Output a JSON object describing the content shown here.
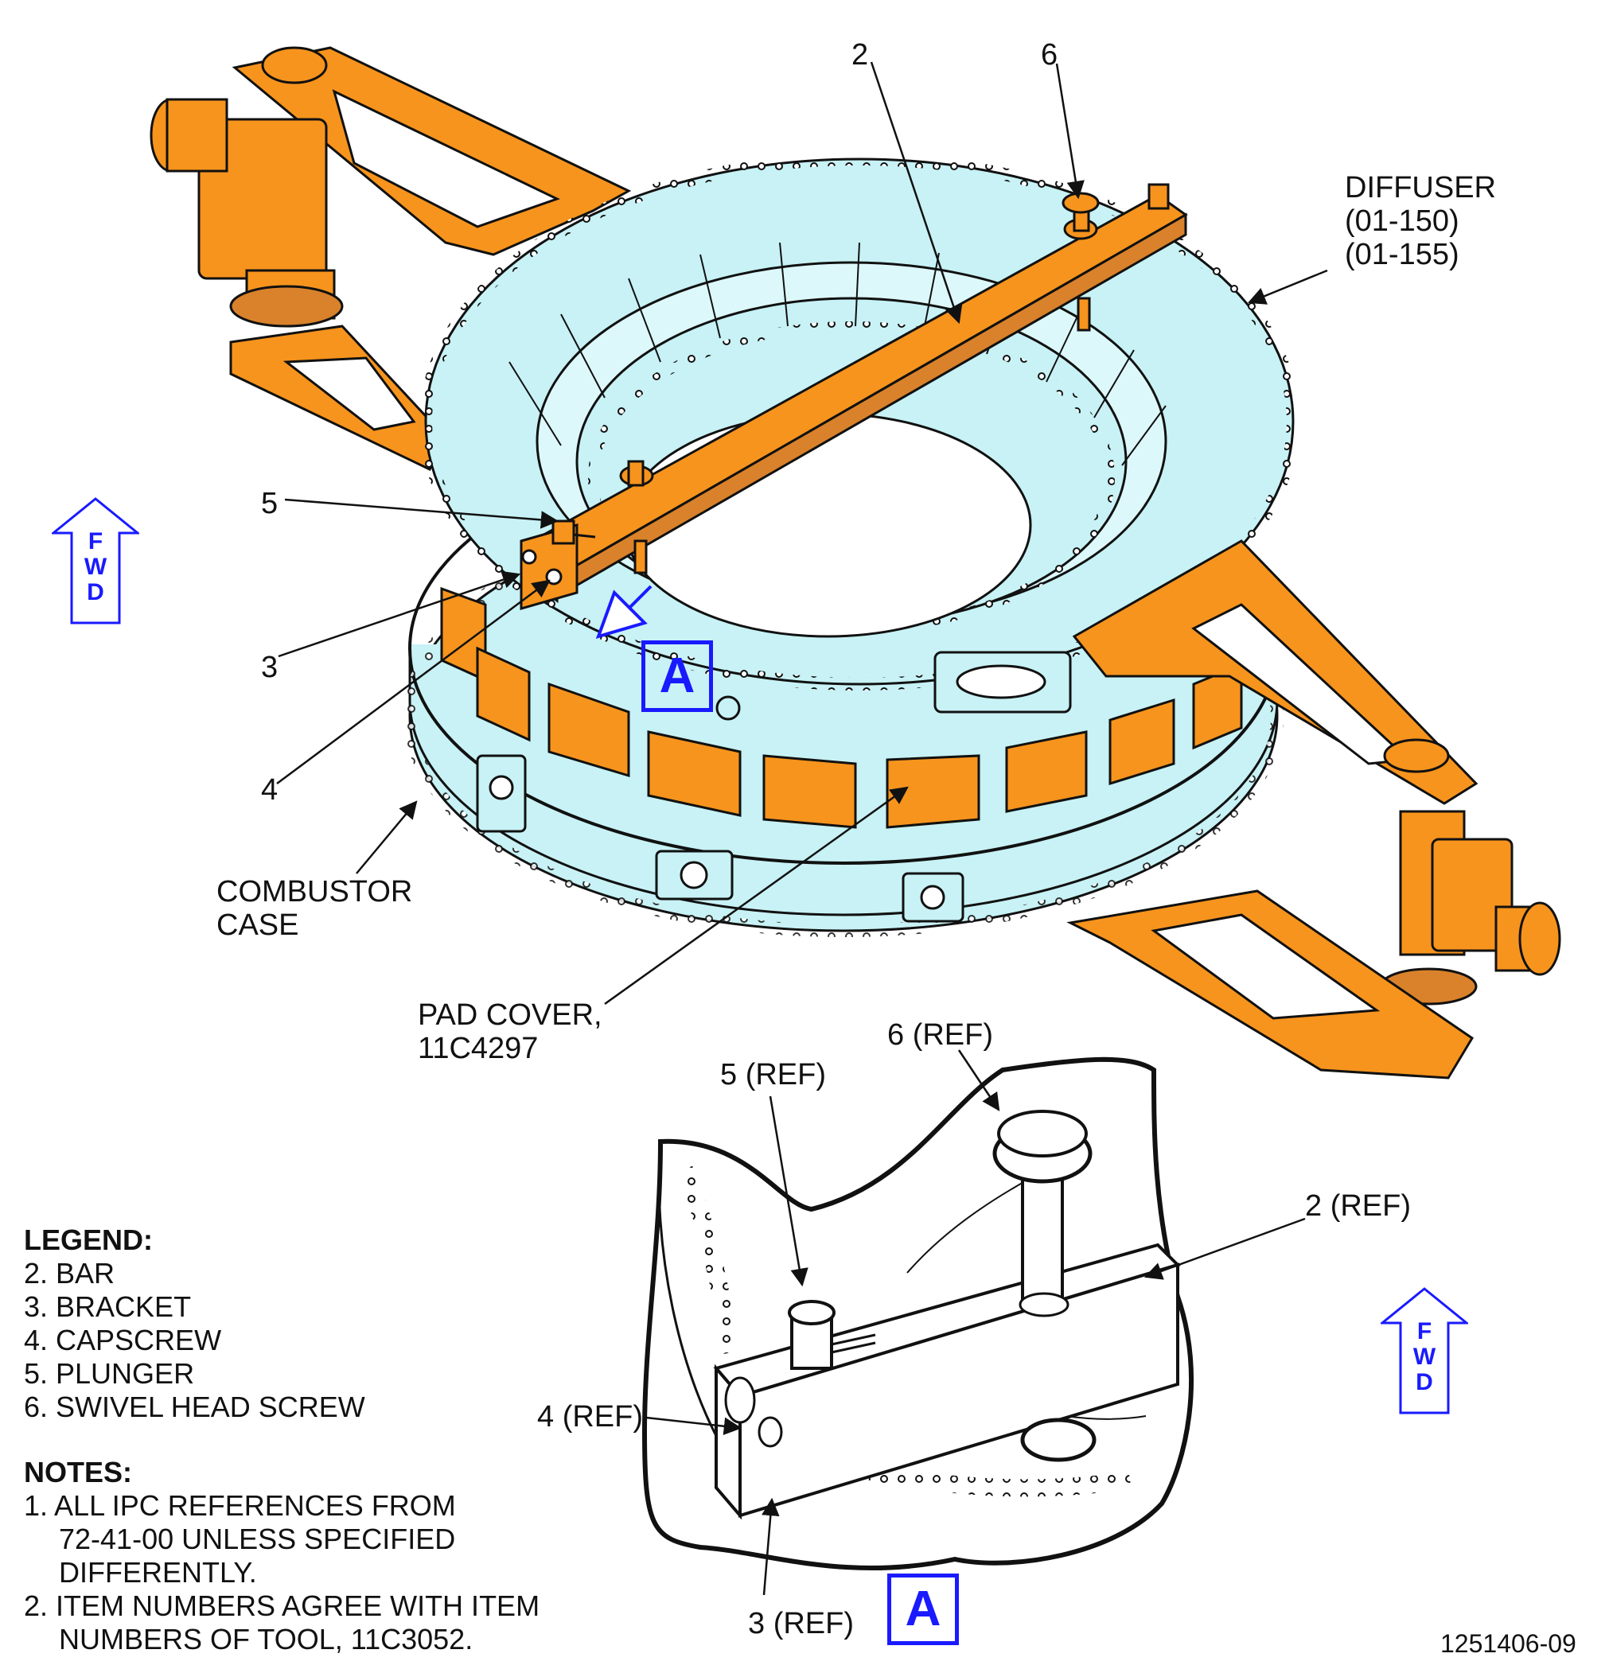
{
  "callouts": {
    "c2": "2",
    "c6": "6",
    "c5": "5",
    "c3": "3",
    "c4": "4",
    "diffuser": [
      "DIFFUSER",
      "(01-150)",
      "(01-155)"
    ],
    "combustor": [
      "COMBUSTOR",
      "CASE"
    ],
    "pad_cover": [
      "PAD COVER,",
      "11C4297"
    ]
  },
  "detail_callouts": {
    "c6ref": "6 (REF)",
    "c5ref": "5 (REF)",
    "c2ref": "2 (REF)",
    "c4ref": "4 (REF)",
    "c3ref": "3 (REF)"
  },
  "view_label": "A",
  "fwd": [
    "F",
    "W",
    "D"
  ],
  "legend": {
    "title": "LEGEND:",
    "items": [
      "2. BAR",
      "3. BRACKET",
      "4. CAPSCREW",
      "5. PLUNGER",
      "6. SWIVEL HEAD SCREW"
    ]
  },
  "notes": {
    "title": "NOTES:",
    "n1": [
      "1. ALL IPC REFERENCES FROM",
      "72-41-00 UNLESS SPECIFIED",
      "DIFFERENTLY."
    ],
    "n2": [
      "2. ITEM NUMBERS AGREE WITH ITEM",
      "NUMBERS OF TOOL, 11C3052."
    ]
  },
  "figure_id": "1251406-09",
  "colors": {
    "tool": "#f7941d",
    "case": "#c8f2f5",
    "annotation": "#1a1aff",
    "line": "#111111"
  }
}
